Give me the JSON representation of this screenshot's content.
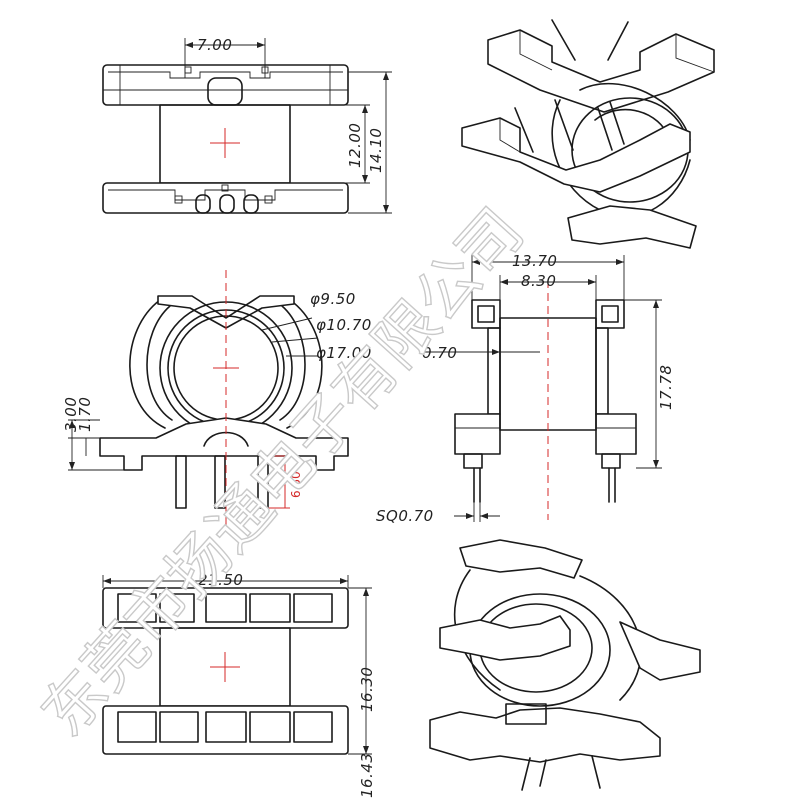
{
  "dimensions": {
    "top_width": "7.00",
    "top_inner_height": "12.00",
    "top_outer_height": "14.10",
    "side_width_outer": "13.70",
    "side_width_inner": "8.30",
    "side_height": "17.78",
    "side_wall": "0.70",
    "pin_square": "SQ0.70",
    "d_inner": "φ9.50",
    "d_mid": "φ10.70",
    "d_outer": "φ17.00",
    "flange_h1": "3.00",
    "flange_h2": "1.70",
    "pin_length": "6.50",
    "bottom_width": "21.50",
    "bottom_height": "16.30",
    "bottom_pin": "16.43"
  },
  "watermark": "东莞市扬通电子有限公司",
  "colors": {
    "line": "#1a1a1a",
    "centerline": "#d42a2a",
    "background": "#ffffff",
    "watermark": "#c9c9c9"
  }
}
